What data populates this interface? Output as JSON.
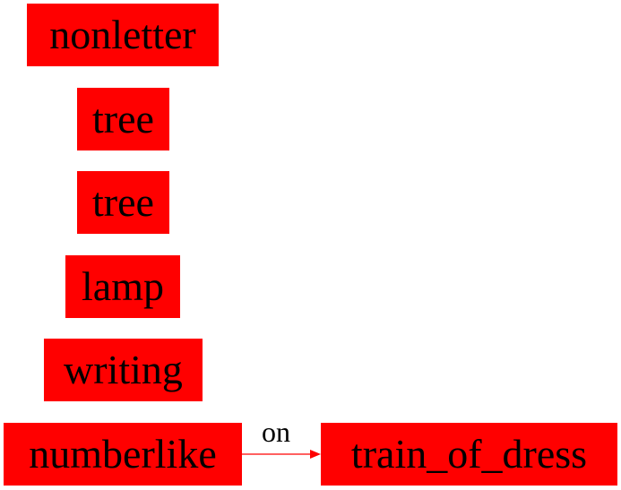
{
  "node_color": "#ff0000",
  "text_color": "#000000",
  "edge_color": "#ff0000",
  "nodes": [
    {
      "id": "nonletter",
      "label": "nonletter"
    },
    {
      "id": "tree-1",
      "label": "tree"
    },
    {
      "id": "tree-2",
      "label": "tree"
    },
    {
      "id": "lamp",
      "label": "lamp"
    },
    {
      "id": "writing",
      "label": "writing"
    },
    {
      "id": "numberlike",
      "label": "numberlike"
    },
    {
      "id": "train_of_dress",
      "label": "train_of_dress"
    }
  ],
  "edges": [
    {
      "from": "numberlike",
      "to": "train_of_dress",
      "label": "on"
    }
  ]
}
